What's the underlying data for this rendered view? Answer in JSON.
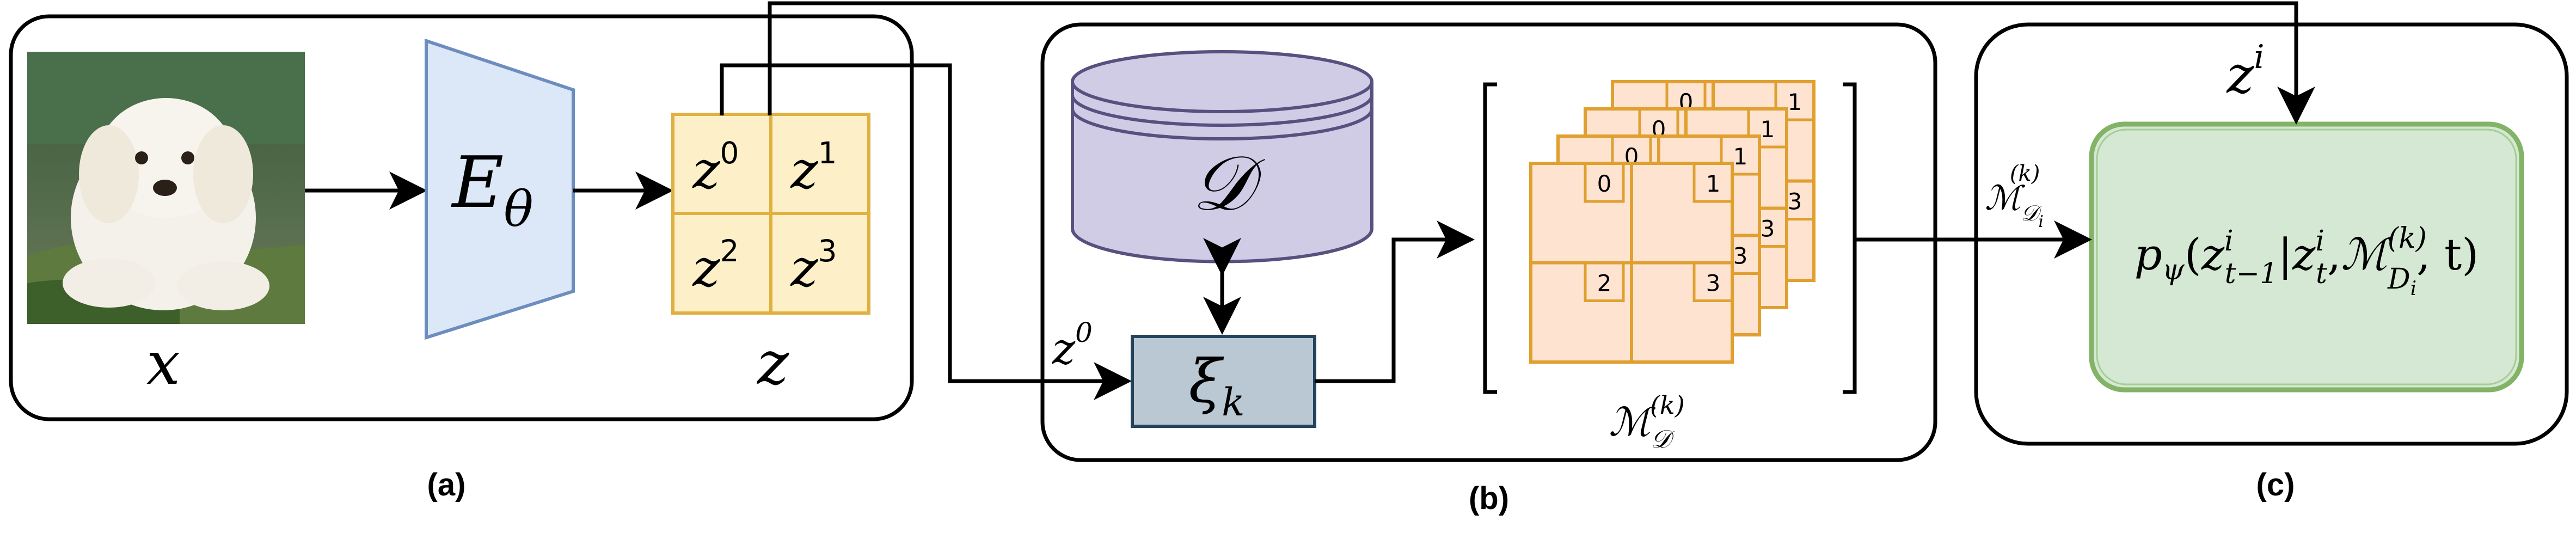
{
  "panels": {
    "a": {
      "caption": "(a)",
      "input_label": "x",
      "encoder_label": "E",
      "encoder_sub": "θ",
      "latent_label": "z",
      "grid": [
        {
          "base": "z",
          "sup": "0"
        },
        {
          "base": "z",
          "sup": "1"
        },
        {
          "base": "z",
          "sup": "2"
        },
        {
          "base": "z",
          "sup": "3"
        }
      ]
    },
    "b": {
      "caption": "(b)",
      "db_label": "𝒟",
      "xi_label": "ξ",
      "xi_sub": "k",
      "z0_base": "z",
      "z0_sup": "0",
      "memory_label": "ℳ",
      "memory_sub": "𝒟",
      "memory_sup": "(k)",
      "memory_numbers": [
        "0",
        "1",
        "2",
        "3"
      ]
    },
    "c": {
      "caption": "(c)",
      "zi_base": "z",
      "zi_sup": "i",
      "mem_in_label": "ℳ",
      "mem_in_sub": "𝒟",
      "mem_in_subsub": "i",
      "mem_in_sup": "(k)",
      "formula": {
        "p": "p",
        "psi": "ψ",
        "open": "(",
        "z1": "z",
        "z1_sup": "i",
        "z1_sub": "t−1",
        "bar": "|",
        "z2": "z",
        "z2_sup": "i",
        "z2_sub": "t",
        "comma": ",",
        "m": "ℳ",
        "m_sup": "(k)",
        "m_sub": "D",
        "m_subsub": "i",
        "tail": ", t)"
      }
    }
  },
  "colors": {
    "grid_fill": "#fdf0c8",
    "grid_stroke": "#e0b040",
    "encoder_fill": "#dce8f8",
    "encoder_stroke": "#6c8ebf",
    "db_fill": "#d0cce6",
    "db_stroke": "#56517e",
    "xi_fill": "#bac8d3",
    "xi_stroke": "#23445d",
    "mem_fill": "#fde3d0",
    "mem_stroke": "#e0a030",
    "denoise_fill": "#d5e8d4",
    "denoise_stroke": "#82b366"
  }
}
